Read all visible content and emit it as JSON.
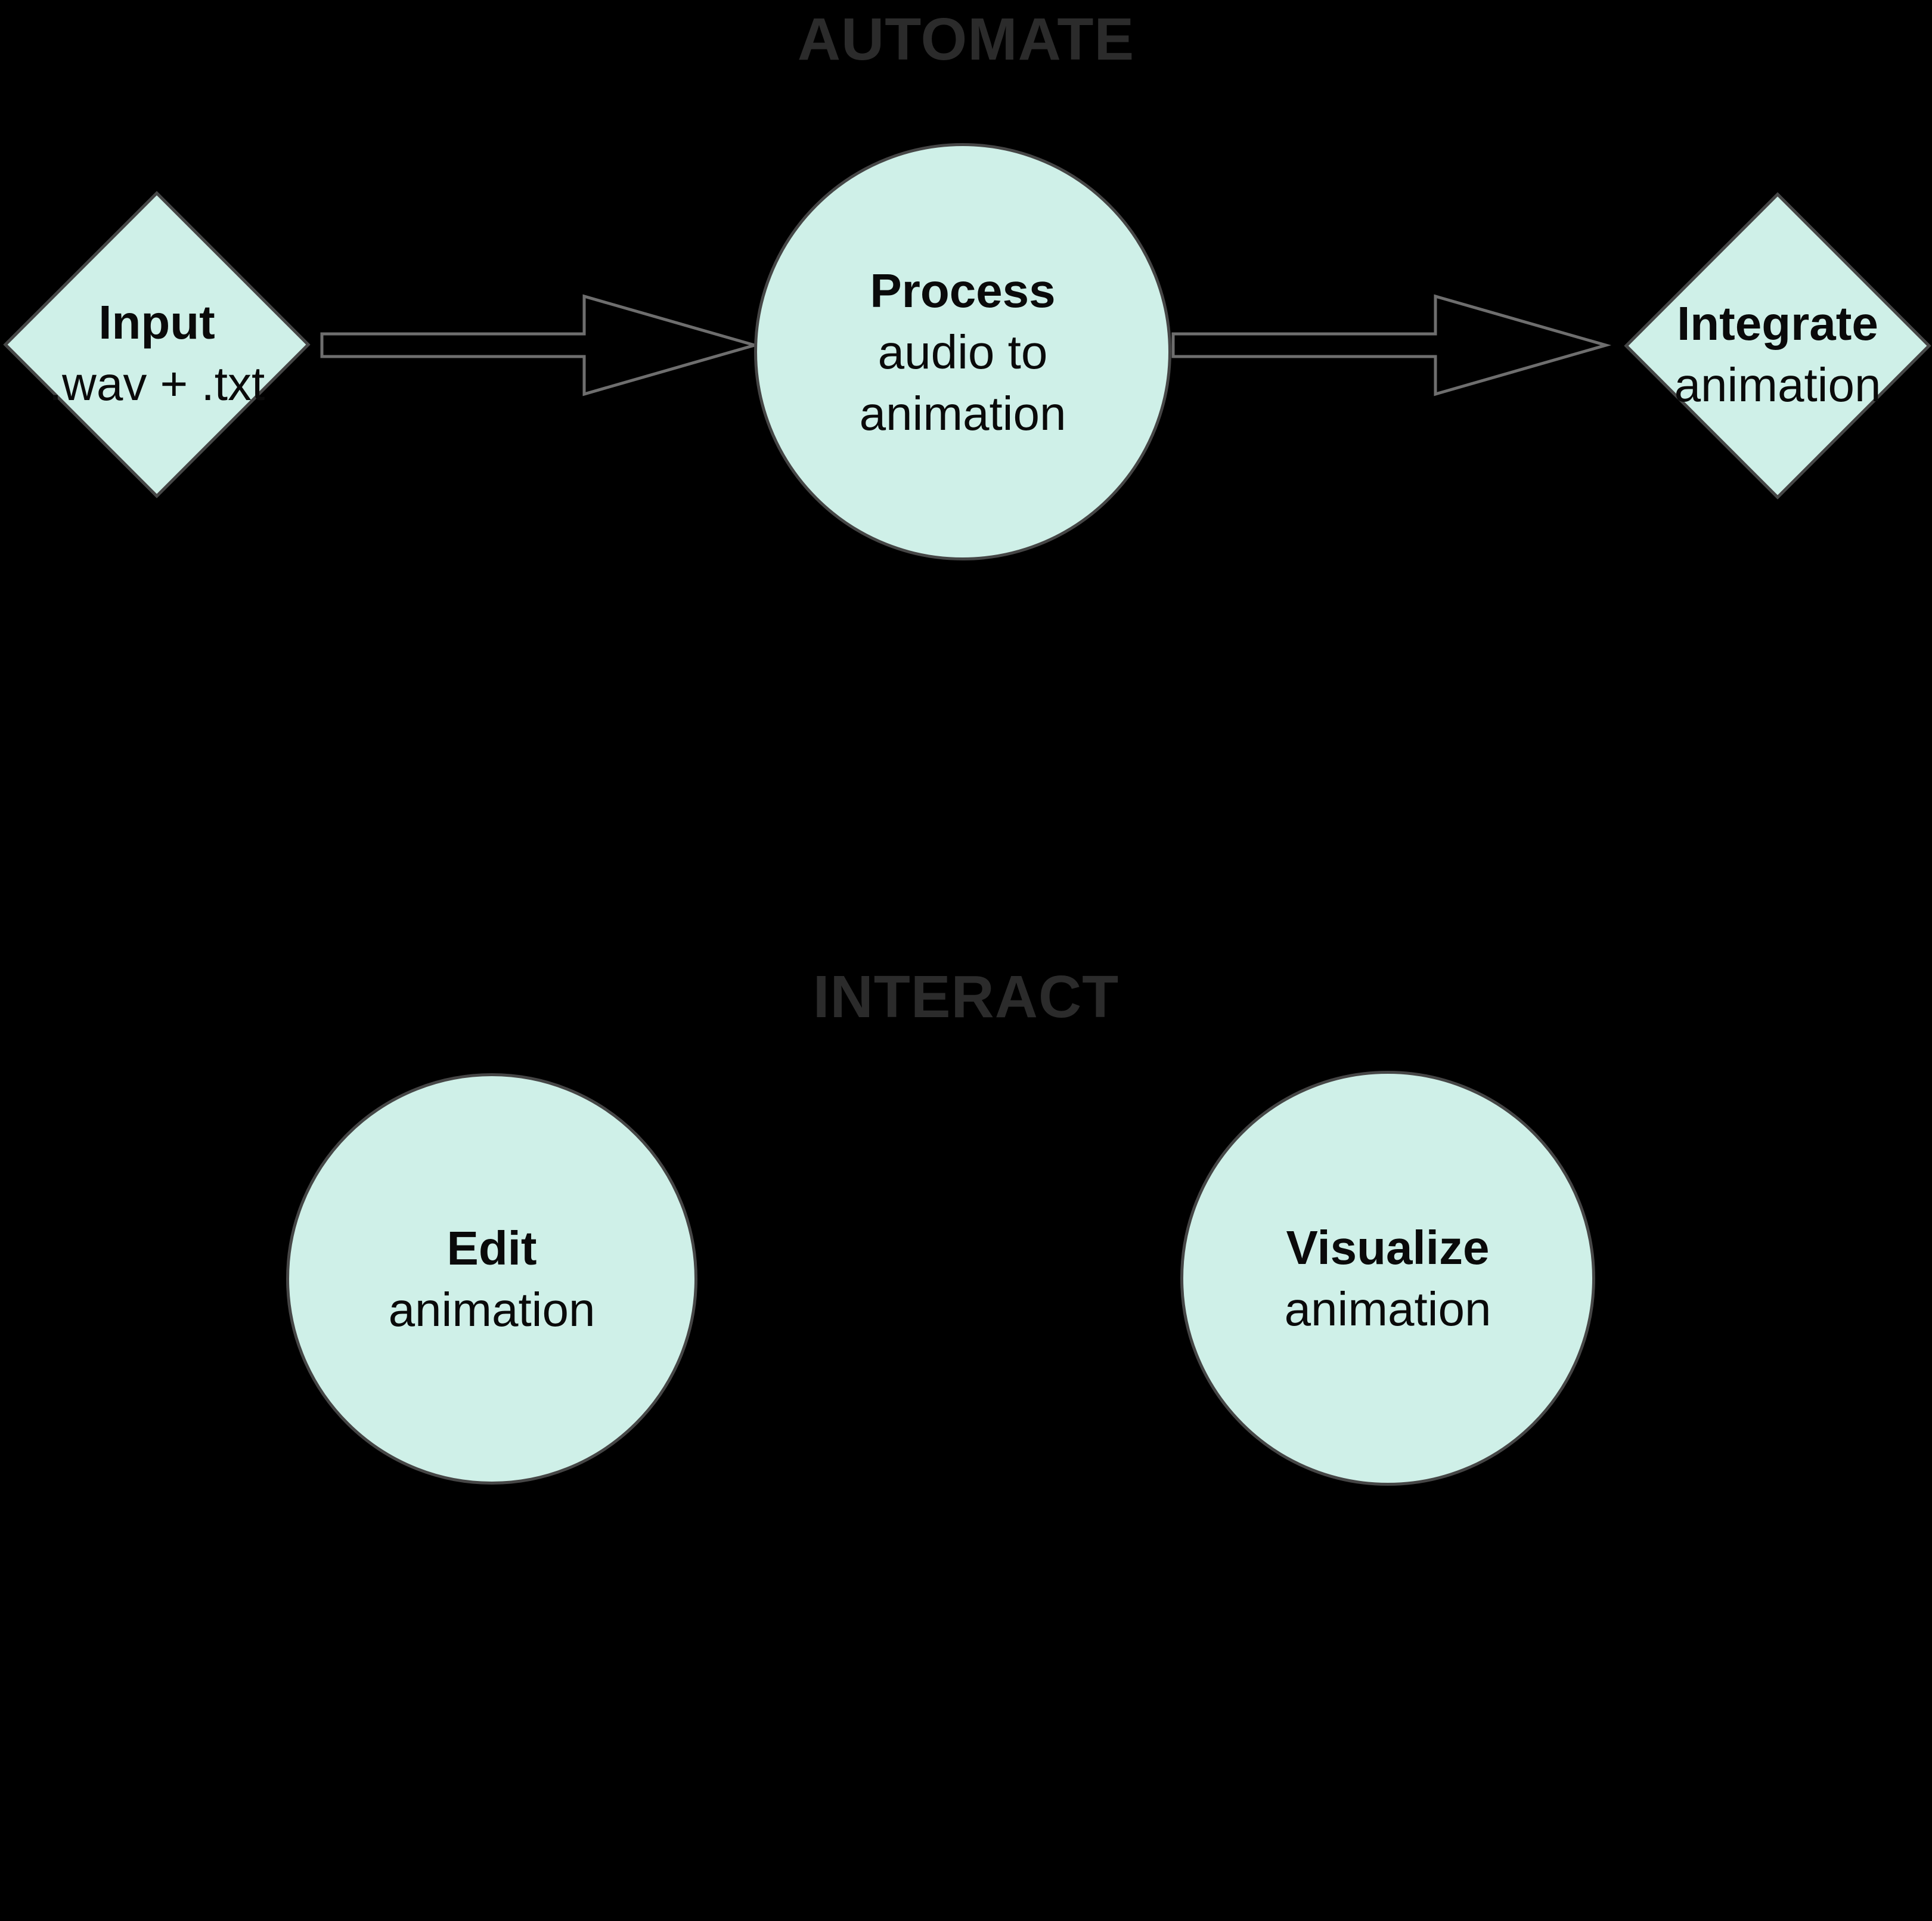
{
  "sections": {
    "automate": {
      "title": "AUTOMATE"
    },
    "interact": {
      "title": "INTERACT"
    }
  },
  "nodes": {
    "input": {
      "shape": "diamond",
      "label": "Input",
      "sublabel_lines": [
        ".wav + .txt"
      ]
    },
    "process": {
      "shape": "circle",
      "label": "Process",
      "sublabel_lines": [
        "audio to",
        "animation"
      ]
    },
    "integrate": {
      "shape": "diamond",
      "label": "Integrate",
      "sublabel_lines": [
        "animation"
      ]
    },
    "edit": {
      "shape": "circle",
      "label": "Edit",
      "sublabel_lines": [
        "animation"
      ]
    },
    "visualize": {
      "shape": "circle",
      "label": "Visualize",
      "sublabel_lines": [
        "animation"
      ]
    }
  },
  "flow": {
    "arrows": [
      {
        "name": "input-to-process"
      },
      {
        "name": "process-to-integrate"
      }
    ]
  },
  "colors": {
    "background": "#000000",
    "node_fill": "#cff0e8",
    "node_border": "#464646",
    "node_text": "#0a0a0a",
    "arrow_outline": "#6e6e6e",
    "arrow_fill": "#000000",
    "section_title": "#2b2b2b"
  }
}
